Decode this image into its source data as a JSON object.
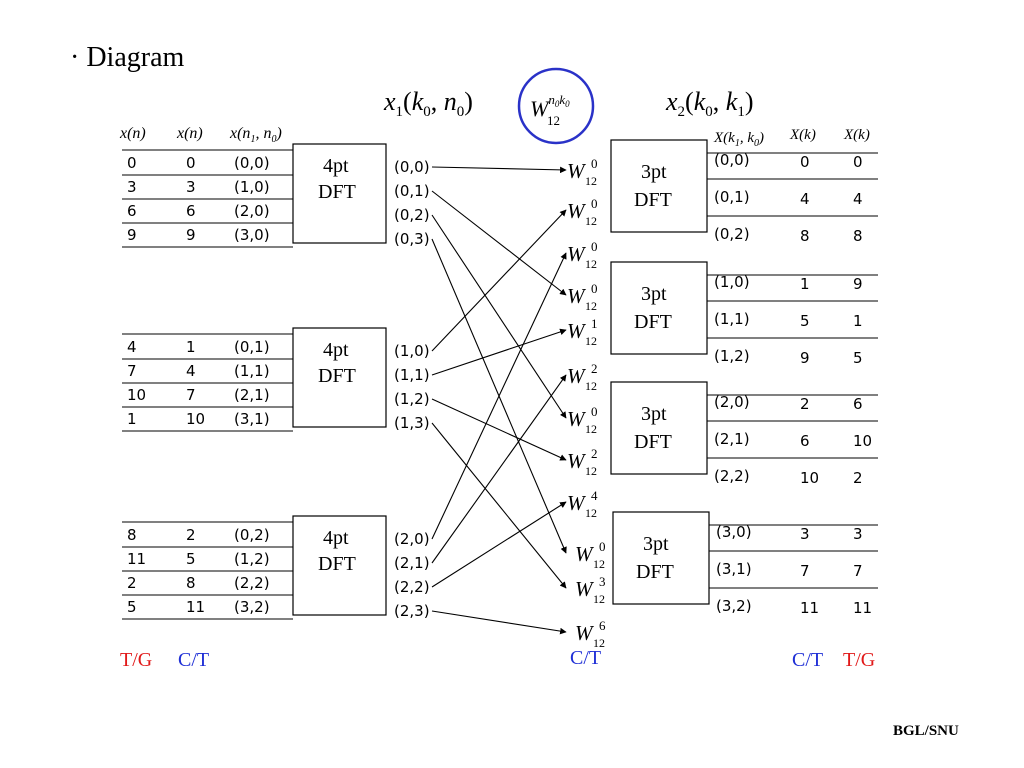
{
  "slide_title": "· Diagram",
  "footer": "BGL/SNU",
  "top_labels": {
    "x1": "x1(k0, n0)",
    "twiddle": "W12^(n0k0)",
    "x2": "x2(k0, k1)"
  },
  "input_headers": [
    "x(n)",
    "x(n)",
    "x(n1, n0)"
  ],
  "output_headers": [
    "X(k1, k0)",
    "X(k)",
    "X(k)"
  ],
  "input_groups": [
    {
      "col1": [
        "0",
        "3",
        "6",
        "9"
      ],
      "col2": [
        "0",
        "3",
        "6",
        "9"
      ],
      "col3": [
        "(0,0)",
        "(1,0)",
        "(2,0)",
        "(3,0)"
      ]
    },
    {
      "col1": [
        "4",
        "7",
        "10",
        "1"
      ],
      "col2": [
        "1",
        "4",
        "7",
        "10"
      ],
      "col3": [
        "(0,1)",
        "(1,1)",
        "(2,1)",
        "(3,1)"
      ]
    },
    {
      "col1": [
        "8",
        "11",
        "2",
        "5"
      ],
      "col2": [
        "2",
        "5",
        "8",
        "11"
      ],
      "col3": [
        "(0,2)",
        "(1,2)",
        "(2,2)",
        "(3,2)"
      ]
    }
  ],
  "dft4": {
    "label_line1": "4pt",
    "label_line2": "DFT",
    "outputs": [
      [
        "(0,0)",
        "(0,1)",
        "(0,2)",
        "(0,3)"
      ],
      [
        "(1,0)",
        "(1,1)",
        "(1,2)",
        "(1,3)"
      ],
      [
        "(2,0)",
        "(2,1)",
        "(2,2)",
        "(2,3)"
      ]
    ]
  },
  "twiddles": [
    [
      "0",
      "0",
      "0"
    ],
    [
      "0",
      "1",
      "2"
    ],
    [
      "0",
      "2",
      "4"
    ],
    [
      "0",
      "3",
      "6"
    ]
  ],
  "dft3": {
    "label_line1": "3pt",
    "label_line2": "DFT",
    "outputs": [
      {
        "k": [
          "(0,0)",
          "(0,1)",
          "(0,2)"
        ],
        "xk1": [
          "0",
          "4",
          "8"
        ],
        "xk2": [
          "0",
          "4",
          "8"
        ]
      },
      {
        "k": [
          "(1,0)",
          "(1,1)",
          "(1,2)"
        ],
        "xk1": [
          "1",
          "5",
          "9"
        ],
        "xk2": [
          "9",
          "1",
          "5"
        ]
      },
      {
        "k": [
          "(2,0)",
          "(2,1)",
          "(2,2)"
        ],
        "xk1": [
          "2",
          "6",
          "10"
        ],
        "xk2": [
          "6",
          "10",
          "2"
        ]
      },
      {
        "k": [
          "(3,0)",
          "(3,1)",
          "(3,2)"
        ],
        "xk1": [
          "3",
          "7",
          "11"
        ],
        "xk2": [
          "3",
          "7",
          "11"
        ]
      }
    ]
  },
  "bottom_labels": {
    "left_tg": "T/G",
    "left_ct": "C/T",
    "mid_ct": "C/T",
    "right_ct": "C/T",
    "right_tg": "T/G"
  },
  "colors": {
    "tg": "#e11919",
    "ct": "#1f2fd6",
    "circle": "#2a32c8"
  }
}
